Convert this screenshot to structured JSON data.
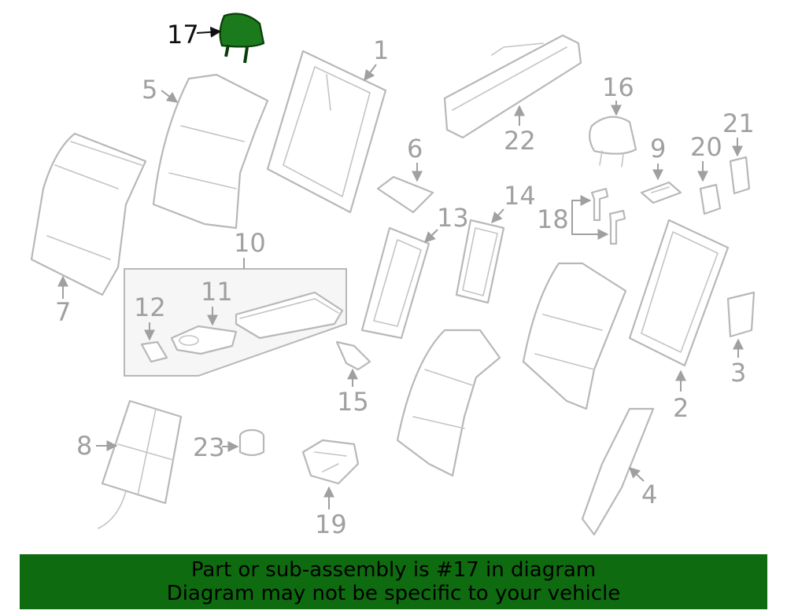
{
  "callouts": {
    "c1": "1",
    "c2": "2",
    "c3": "3",
    "c4": "4",
    "c5": "5",
    "c6": "6",
    "c7": "7",
    "c8": "8",
    "c9": "9",
    "c10": "10",
    "c11": "11",
    "c12": "12",
    "c13": "13",
    "c14": "14",
    "c15": "15",
    "c16": "16",
    "c17": "17",
    "c18": "18",
    "c19": "19",
    "c20": "20",
    "c21": "21",
    "c22": "22",
    "c23": "23"
  },
  "highlighted_part": "17",
  "colors": {
    "highlight_fill": "#1b7a1b",
    "banner_background": "#0f6b10",
    "line_art": "#b8b8b8",
    "callout_text": "#a0a0a0"
  },
  "banner": {
    "line1": "Part or sub-assembly is #17 in diagram",
    "line2": "Diagram may not be specific to your vehicle"
  }
}
